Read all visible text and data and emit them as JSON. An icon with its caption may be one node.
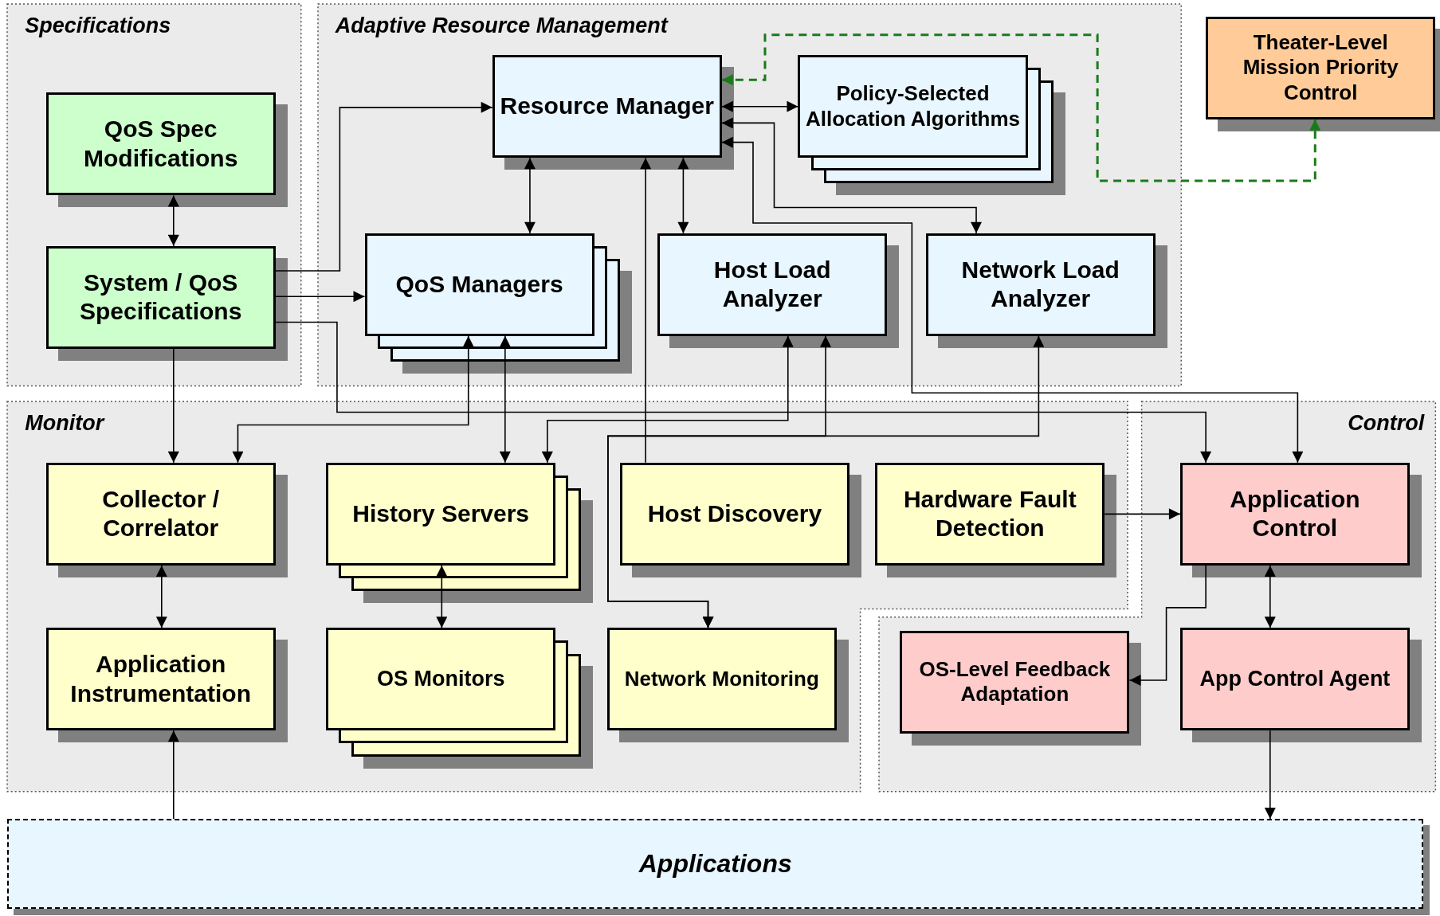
{
  "diagram": {
    "nodes": [
      {
        "text": [
          "Specifications"
        ]
      },
      {
        "text": [
          "QoS Spec Modifications"
        ],
        "in": 0
      },
      {
        "text": [
          "System / QoS Specifications"
        ],
        "in": 0
      },
      {
        "text": [
          "Adaptive Resource Management"
        ]
      },
      {
        "text": [
          "Resource Manager"
        ],
        "in": 3
      },
      {
        "text": [
          "Policy-Selected Allocation Algorithms"
        ],
        "in": 3
      },
      {
        "text": [
          "QoS Managers"
        ],
        "in": 3
      },
      {
        "text": [
          "Host Load Analyzer"
        ],
        "in": 3
      },
      {
        "text": [
          "Network Load Analyzer"
        ],
        "in": 3
      },
      {
        "text": [
          "Theater-Level Mission Priority Control"
        ]
      },
      {
        "text": [
          "Monitor"
        ]
      },
      {
        "text": [
          "Collector / Correlator"
        ],
        "in": 10
      },
      {
        "text": [
          "History Servers"
        ],
        "in": 10
      },
      {
        "text": [
          "Host Discovery"
        ],
        "in": 10
      },
      {
        "text": [
          "Hardware Fault Detection"
        ],
        "in": 10
      },
      {
        "text": [
          "Application Instrumentation"
        ],
        "in": 10
      },
      {
        "text": [
          "OS Monitors"
        ],
        "in": 10
      },
      {
        "text": [
          "Network Monitoring"
        ],
        "in": 10
      },
      {
        "text": [
          "Control"
        ]
      },
      {
        "text": [
          "Application Control"
        ],
        "in": 18
      },
      {
        "text": [
          "OS-Level Feedback Adaptation"
        ],
        "in": 18
      },
      {
        "text": [
          "App Control Agent"
        ],
        "in": 18
      },
      {
        "text": [
          "Applications"
        ]
      }
    ],
    "edges": [
      {
        "from": 1,
        "to": 2,
        "arrow": "both"
      },
      {
        "from": 2,
        "to": 4,
        "arrow": "to"
      },
      {
        "from": 2,
        "to": 6,
        "arrow": "to"
      },
      {
        "from": 2,
        "to": 19,
        "arrow": "to"
      },
      {
        "from": 4,
        "to": 5,
        "arrow": "both"
      },
      {
        "from": 4,
        "to": 6,
        "arrow": "both"
      },
      {
        "from": 4,
        "to": 7,
        "arrow": "both"
      },
      {
        "from": 13,
        "to": 4,
        "arrow": "to"
      },
      {
        "from": 4,
        "to": 8,
        "arrow": "both"
      },
      {
        "from": 4,
        "to": 19,
        "arrow": "both"
      },
      {
        "from": 4,
        "to": 9,
        "arrow": "both",
        "style": "dashed",
        "color": "#1a7a1a"
      },
      {
        "from": 6,
        "to": 11,
        "arrow": "both"
      },
      {
        "from": 6,
        "to": 12,
        "arrow": "both"
      },
      {
        "from": 7,
        "to": 12,
        "arrow": "both"
      },
      {
        "from": 17,
        "to": 7,
        "arrow": "both"
      },
      {
        "from": 17,
        "to": 8,
        "arrow": "both"
      },
      {
        "from": 2,
        "to": 11,
        "arrow": "to"
      },
      {
        "from": 11,
        "to": 15,
        "arrow": "both"
      },
      {
        "from": 12,
        "to": 16,
        "arrow": "both"
      },
      {
        "from": 22,
        "to": 15,
        "arrow": "to"
      },
      {
        "from": 14,
        "to": 19,
        "arrow": "to"
      },
      {
        "from": 19,
        "to": 21,
        "arrow": "both"
      },
      {
        "from": 19,
        "to": 20,
        "arrow": "to"
      },
      {
        "from": 21,
        "to": 22,
        "arrow": "to"
      }
    ]
  }
}
